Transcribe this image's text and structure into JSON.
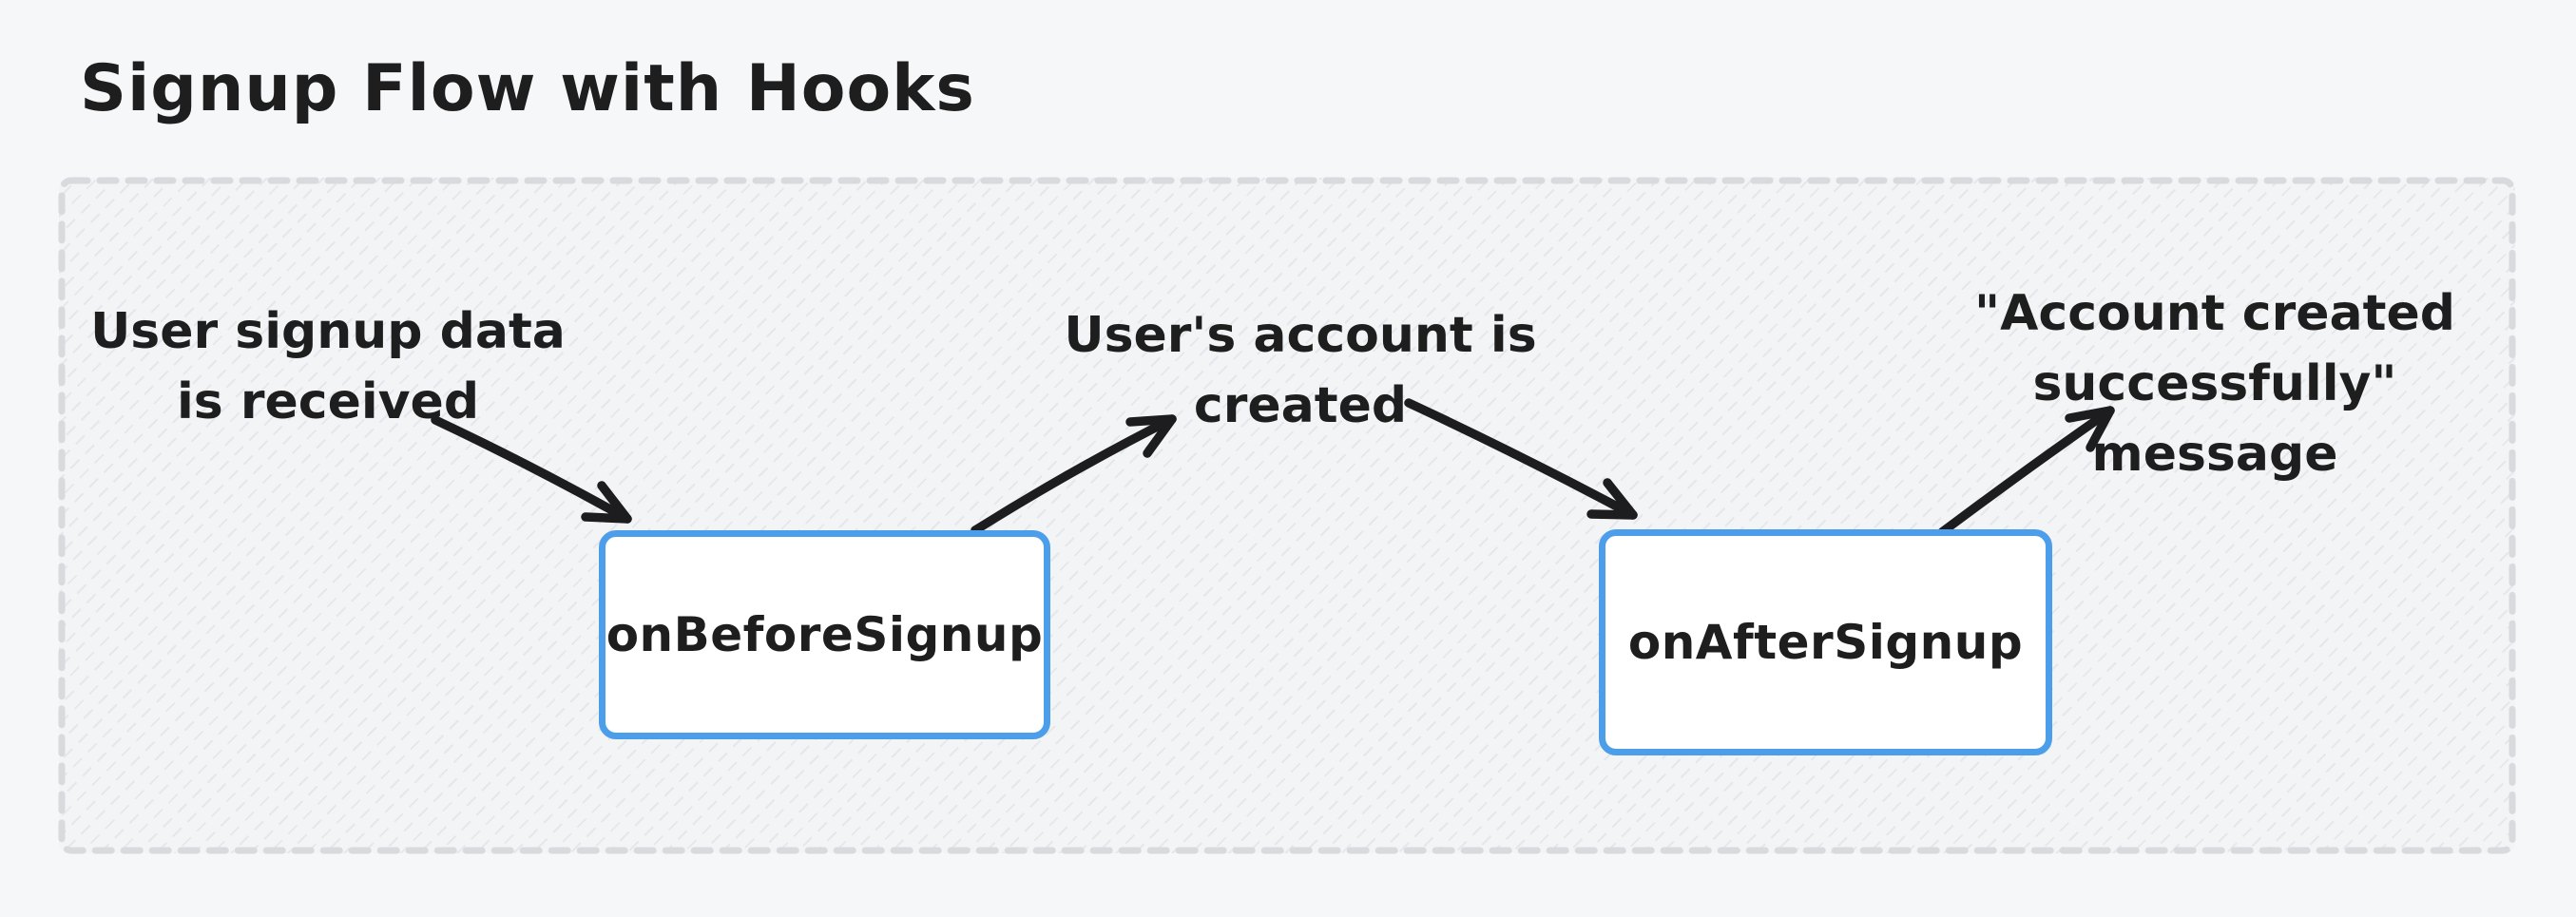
{
  "title": "Signup Flow with Hooks",
  "colors": {
    "page_bg": "#f6f7f9",
    "canvas_bg": "#f3f4f6",
    "hatch_line": "#e4e7ec",
    "dashed_border": "#d8dade",
    "node_border": "#4d9eea",
    "node_fill": "#ffffff",
    "ink": "#1e1e1e"
  },
  "diagram": {
    "annotations": [
      {
        "text": "User signup data\nis received"
      },
      {
        "text": "User's account is\ncreated"
      },
      {
        "text": "\"Account created\nsuccessfully\" message"
      }
    ],
    "nodes": [
      {
        "label": "onBeforeSignup"
      },
      {
        "label": "onAfterSignup"
      }
    ]
  }
}
